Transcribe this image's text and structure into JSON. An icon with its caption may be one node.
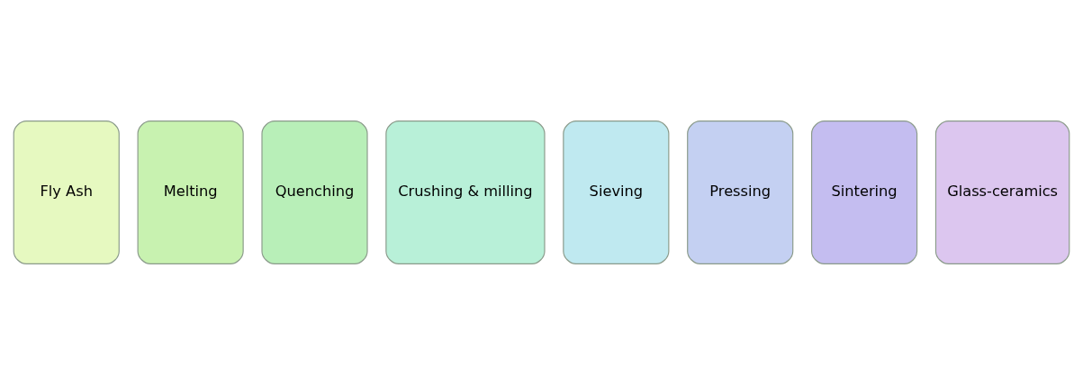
{
  "diagram": {
    "nodes": [
      {
        "text": [
          "Fly Ash"
        ]
      },
      {
        "text": [
          "Melting"
        ]
      },
      {
        "text": [
          "Quenching"
        ]
      },
      {
        "text": [
          "Crushing & milling"
        ]
      },
      {
        "text": [
          "Sieving"
        ]
      },
      {
        "text": [
          "Pressing"
        ]
      },
      {
        "text": [
          "Sintering"
        ]
      },
      {
        "text": [
          "Glass-ceramics"
        ]
      }
    ],
    "edges": []
  }
}
